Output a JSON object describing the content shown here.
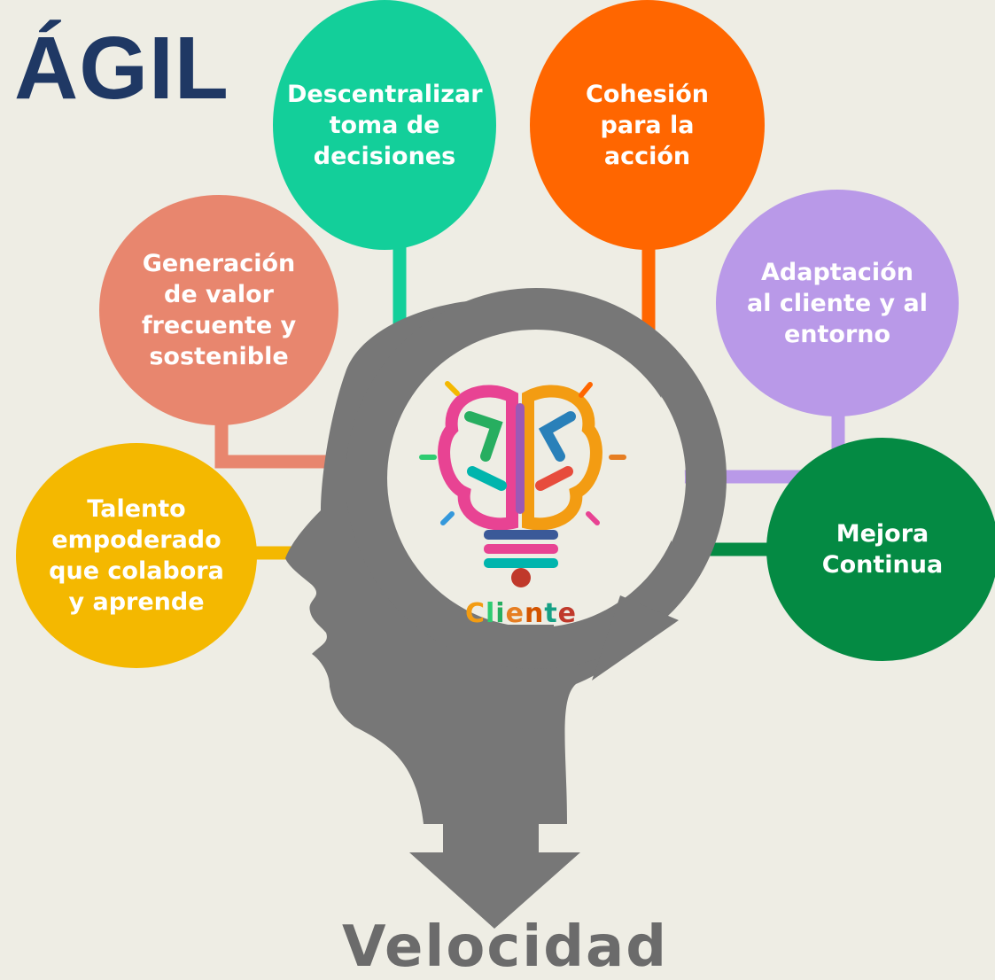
{
  "title": "ÁGIL",
  "center": {
    "letters": [
      {
        "char": "C",
        "color": "#f39c12"
      },
      {
        "char": "l",
        "color": "#2ecc71"
      },
      {
        "char": "i",
        "color": "#27ae60"
      },
      {
        "char": "e",
        "color": "#e67e22"
      },
      {
        "char": "n",
        "color": "#d35400"
      },
      {
        "char": "t",
        "color": "#16a085"
      },
      {
        "char": "e",
        "color": "#c0392b"
      }
    ]
  },
  "footer": "Velocidad",
  "nodes": {
    "descentralizar": {
      "lines": [
        "Descentralizar",
        "toma de",
        "decisiones"
      ],
      "color": "#13cf9a"
    },
    "cohesion": {
      "lines": [
        "Cohesión",
        "para la",
        "acción"
      ],
      "color": "#ff6600"
    },
    "generacion": {
      "lines": [
        "Generación",
        "de valor",
        "frecuente y",
        "sostenible"
      ],
      "color": "#e8866e"
    },
    "adaptacion": {
      "lines": [
        "Adaptación",
        "al cliente y al",
        "entorno"
      ],
      "color": "#b999e8"
    },
    "talento": {
      "lines": [
        "Talento",
        "empoderado",
        "que colabora",
        "y aprende"
      ],
      "color": "#f4b800"
    },
    "mejora": {
      "lines": [
        "Mejora",
        "Continua"
      ],
      "color": "#048a43"
    }
  },
  "colors": {
    "title": "#1f3864",
    "head": "#777777",
    "background": "#eeede4"
  }
}
